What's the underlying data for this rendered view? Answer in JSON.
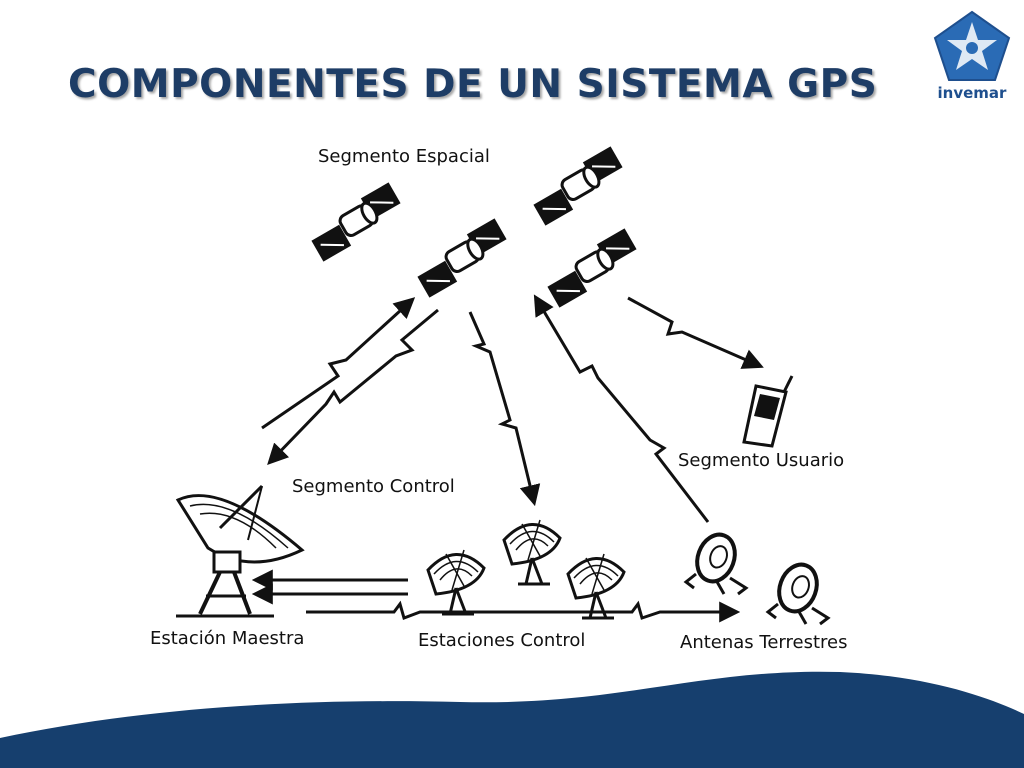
{
  "slide": {
    "title": "COMPONENTES DE UN SISTEMA GPS",
    "logo": {
      "text": "invemar",
      "icon": "star-pentagon-logo-icon"
    }
  },
  "diagram": {
    "labels": {
      "space_segment": "Segmento Espacial",
      "control_segment": "Segmento Control",
      "user_segment": "Segmento Usuario",
      "master_station": "Estación Maestra",
      "control_stations": "Estaciones Control",
      "ground_antennas": "Antenas Terrestres"
    },
    "icons": [
      "satellite-icon",
      "cell-phone-icon",
      "satellite-dish-icon",
      "ground-antenna-icon",
      "signal-arrow-icon"
    ]
  },
  "colors": {
    "title": "#1e3d66",
    "wave": "#163f6e",
    "logo": "#1e4f8e"
  }
}
